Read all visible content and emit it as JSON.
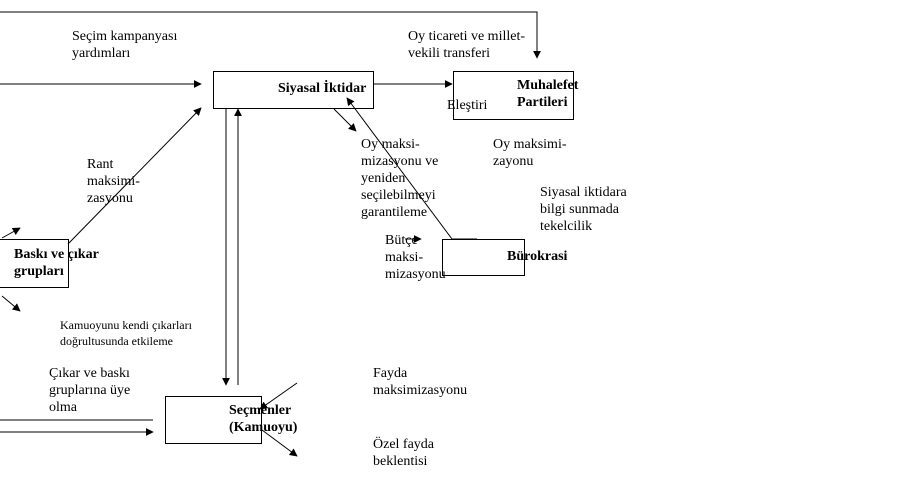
{
  "nodes": {
    "siyasal_iktidar": "Siyasal İktidar",
    "muhalefet_partileri": "Muhalefet\nPartileri",
    "baski_gruplari": "Baskı ve çıkar\ngrupları",
    "burokrasi": "Bürokrasi",
    "secmenler": "Seçmenler\n(Kamuoyu)"
  },
  "labels": {
    "secim_kampanyasi": "Seçim kampanyası\nyardımları",
    "oy_ticareti": "Oy ticareti ve millet-\nvekili transferi",
    "elestiri": "Eleştiri",
    "rant": "Rant\nmaksimi-\nzasyonu",
    "oy_maksimizasyonu_yeniden": "Oy maksi-\nmizasyonu ve\nyeniden\nseçilebilmeyi\ngarantileme",
    "oy_maksimizasyonu_muhalefet": "Oy maksimi-\nzayonu",
    "siyasal_iktidara_bilgi": "Siyasal iktidara\nbilgi sunmada\ntekelcilik",
    "butce": "Bütçe\nmaksi-\nmizasyonu",
    "kamuoyunu": "Kamuoyunu kendi çıkarları\ndoğrultusunda etkileme",
    "cikar_baski": "Çıkar ve baskı\ngruplarına üye\nolma",
    "fayda": "Fayda\nmaksimizasyonu",
    "ozel_fayda": "Özel fayda\nbeklentisi"
  },
  "colors": {
    "line": "#000000",
    "text": "#000000",
    "background": "#ffffff"
  }
}
